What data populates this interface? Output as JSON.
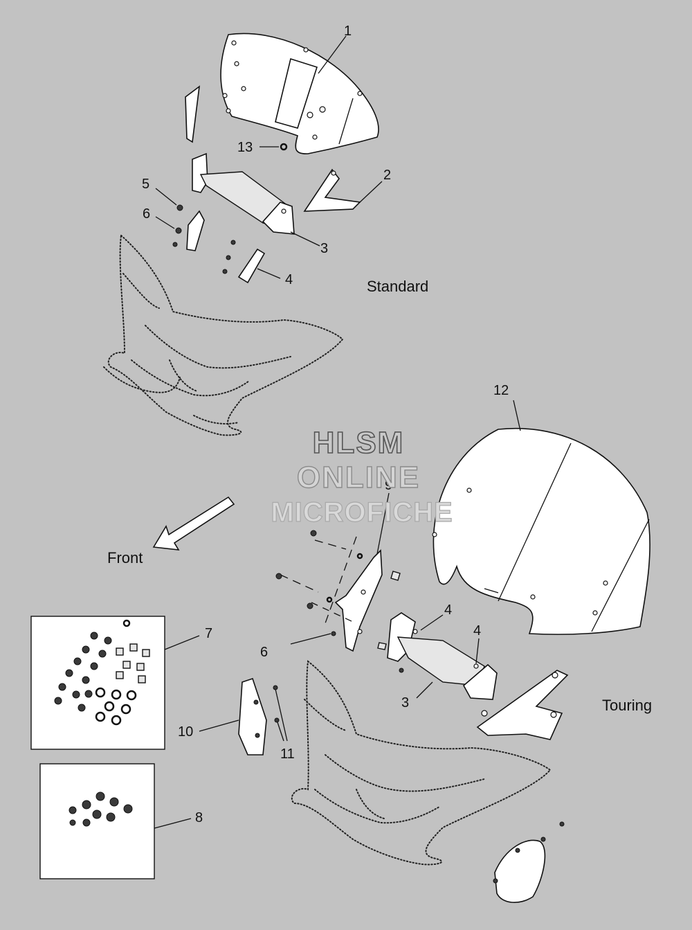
{
  "callouts": {
    "c1": "1",
    "c2": "2",
    "c3_std": "3",
    "c4_std": "4",
    "c5": "5",
    "c6_std": "6",
    "c13": "13",
    "c12": "12",
    "c9": "9",
    "c4_tour_a": "4",
    "c4_tour_b": "4",
    "c6_tour": "6",
    "c3_tour": "3",
    "c7": "7",
    "c8": "8",
    "c10": "10",
    "c11": "11"
  },
  "labels": {
    "standard": "Standard",
    "touring": "Touring",
    "front": "Front"
  },
  "watermark": {
    "line1": "HLSM",
    "line2": "ONLINE",
    "line3": "MICROFICHE"
  },
  "colors": {
    "background": "#c2c2c2",
    "line": "#111111",
    "part_fill": "#ffffff"
  }
}
